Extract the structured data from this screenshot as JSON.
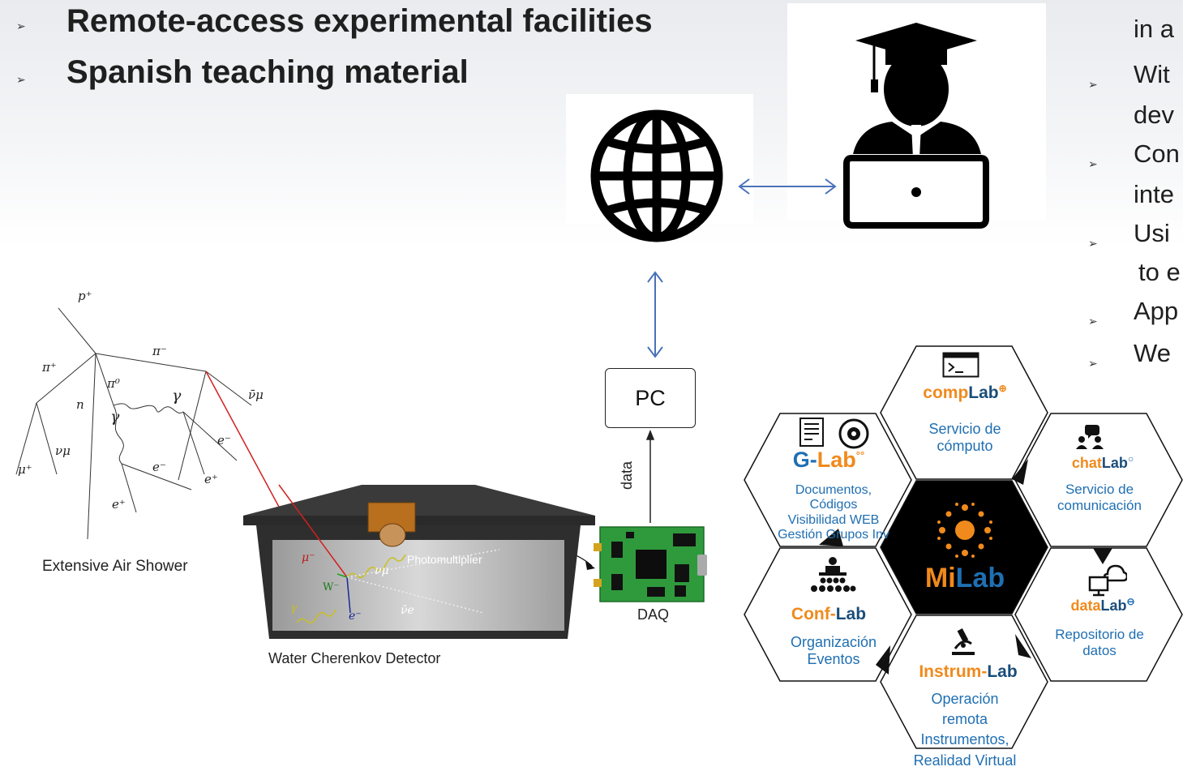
{
  "bullets_left": [
    "Remote-access experimental facilities",
    "Spanish teaching material"
  ],
  "bullets_right": [
    "in a",
    "Wit",
    "dev",
    "Con",
    "inte",
    "Usi",
    "to e",
    "App",
    "We"
  ],
  "bullet_symbol": "➢",
  "diagram": {
    "pc_label": "PC",
    "data_label": "data",
    "daq_label": "DAQ",
    "shower_caption": "Extensive Air Shower",
    "detector_caption": "Water Cherenkov Detector",
    "photomultiplier_label": "Photomultiplier",
    "particles": {
      "p_plus": "p⁺",
      "pi_plus": "π⁺",
      "pi_minus": "π⁻",
      "pi_zero": "π⁰",
      "n": "n",
      "gamma1": "γ",
      "gamma2": "γ",
      "nu_mu_bar": "ν̄μ",
      "nu_mu": "νμ",
      "mu_plus": "μ⁺",
      "e_minus1": "e⁻",
      "e_minus2": "e⁻",
      "e_plus1": "e⁺",
      "e_plus2": "e⁺",
      "det_mu_minus": "μ⁻",
      "det_w_minus": "W⁻",
      "det_nu_mu": "νμ",
      "det_gamma": "γ",
      "det_e_minus": "e⁻",
      "det_nu_e_bar": "ν̄e"
    }
  },
  "milab": {
    "center_logo": {
      "mi": "Mi",
      "lab": "Lab"
    },
    "complab": {
      "name_a": "comp",
      "name_b": "Lab",
      "desc": [
        "Servicio de",
        "cómputo"
      ]
    },
    "glab": {
      "name_a": "G-",
      "name_b": "Lab",
      "desc": [
        "Documentos,",
        "Códigos",
        "Visibilidad WEB",
        "Gestión Grupos Inv"
      ]
    },
    "chatlab": {
      "name_a": "chat",
      "name_b": "Lab",
      "desc": [
        "Servicio de",
        "comunicación"
      ]
    },
    "conflab": {
      "name_a": "Conf-",
      "name_b": "Lab",
      "desc": [
        "Organización",
        "Eventos"
      ]
    },
    "datalab": {
      "name_a": "data",
      "name_b": "Lab",
      "desc": [
        "Repositorio de",
        "datos"
      ]
    },
    "instrumlab": {
      "name_a": "Instrum-",
      "name_b": "Lab",
      "desc": [
        "Operación",
        "remota",
        "Instrumentos,",
        "Realidad Virtual"
      ]
    }
  },
  "colors": {
    "arrow_blue": "#4a72b8",
    "orange": "#f08a1c",
    "blue_text": "#1f6fb2",
    "dark_blue": "#1a4d7a",
    "pcb_green": "#2f9a3c",
    "red_track": "#d22020"
  }
}
